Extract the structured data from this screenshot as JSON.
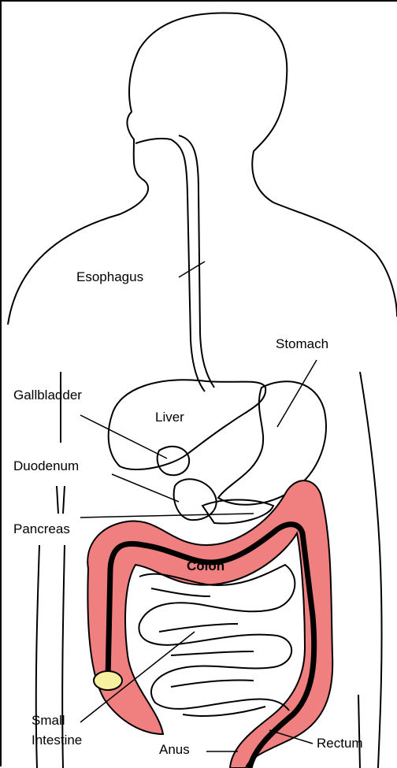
{
  "labels": {
    "esophagus": "Esophagus",
    "stomach": "Stomach",
    "gallbladder": "Gallbladder",
    "liver": "Liver",
    "duodenum": "Duodenum",
    "pancreas": "Pancreas",
    "colon": "Colon",
    "small_line1": "Small",
    "small_line2": "Intestine",
    "anus": "Anus",
    "rectum": "Rectum"
  },
  "colors": {
    "colon_fill": "#f08080",
    "colonoscope": "#000000",
    "scope_tip": "#f7f0a0",
    "outline": "#000000"
  }
}
